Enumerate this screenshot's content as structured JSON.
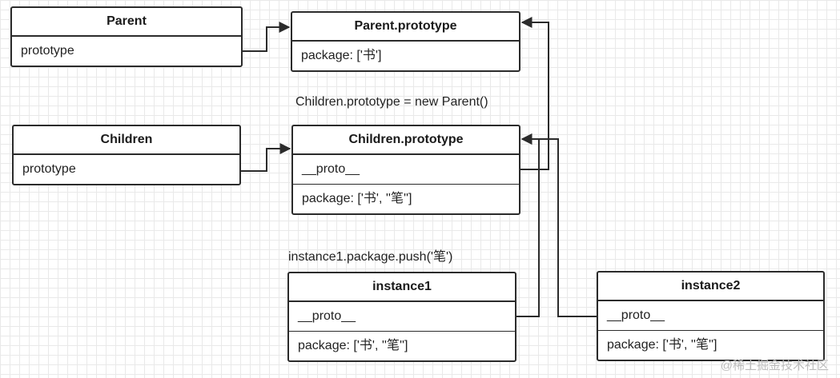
{
  "boxes": {
    "parent": {
      "title": "Parent",
      "rows": [
        "prototype"
      ]
    },
    "parent_prototype": {
      "title": "Parent.prototype",
      "rows": [
        "package: ['书']"
      ]
    },
    "children": {
      "title": "Children",
      "rows": [
        "prototype"
      ]
    },
    "children_prototype": {
      "title": "Children.prototype",
      "rows": [
        "__proto__",
        "package: ['书', ''笔'']"
      ]
    },
    "instance1": {
      "title": "instance1",
      "rows": [
        "__proto__",
        "package: ['书', ''笔'']"
      ]
    },
    "instance2": {
      "title": "instance2",
      "rows": [
        "__proto__",
        "package: ['书', ''笔'']"
      ]
    }
  },
  "notes": {
    "children_assign": "Children.prototype = new Parent()",
    "push_call": "instance1.package.push('笔')"
  },
  "watermark": "@稀土掘金技术社区",
  "colors": {
    "line": "#2b2b2b",
    "grid": "#e9e9e9"
  }
}
